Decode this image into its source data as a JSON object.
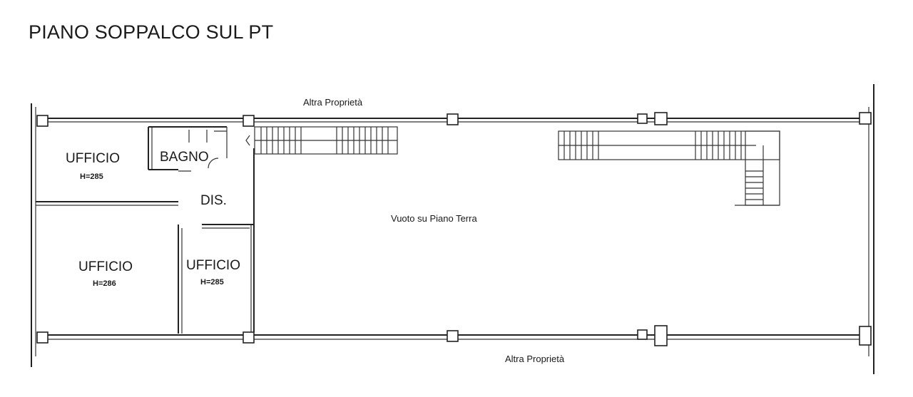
{
  "title": "PIANO SOPPALCO SUL PT",
  "neighbours": {
    "top": "Altra Proprietà",
    "bottom": "Altra Proprietà"
  },
  "void_label": "Vuoto su Piano Terra",
  "rooms": {
    "office_top_left": {
      "name": "UFFICIO",
      "height": "H=285"
    },
    "bathroom": {
      "name": "BAGNO"
    },
    "hallway": {
      "name": "DIS."
    },
    "office_bottom_left": {
      "name": "UFFICIO",
      "height": "H=286"
    },
    "office_bottom_mid": {
      "name": "UFFICIO",
      "height": "H=285"
    }
  }
}
